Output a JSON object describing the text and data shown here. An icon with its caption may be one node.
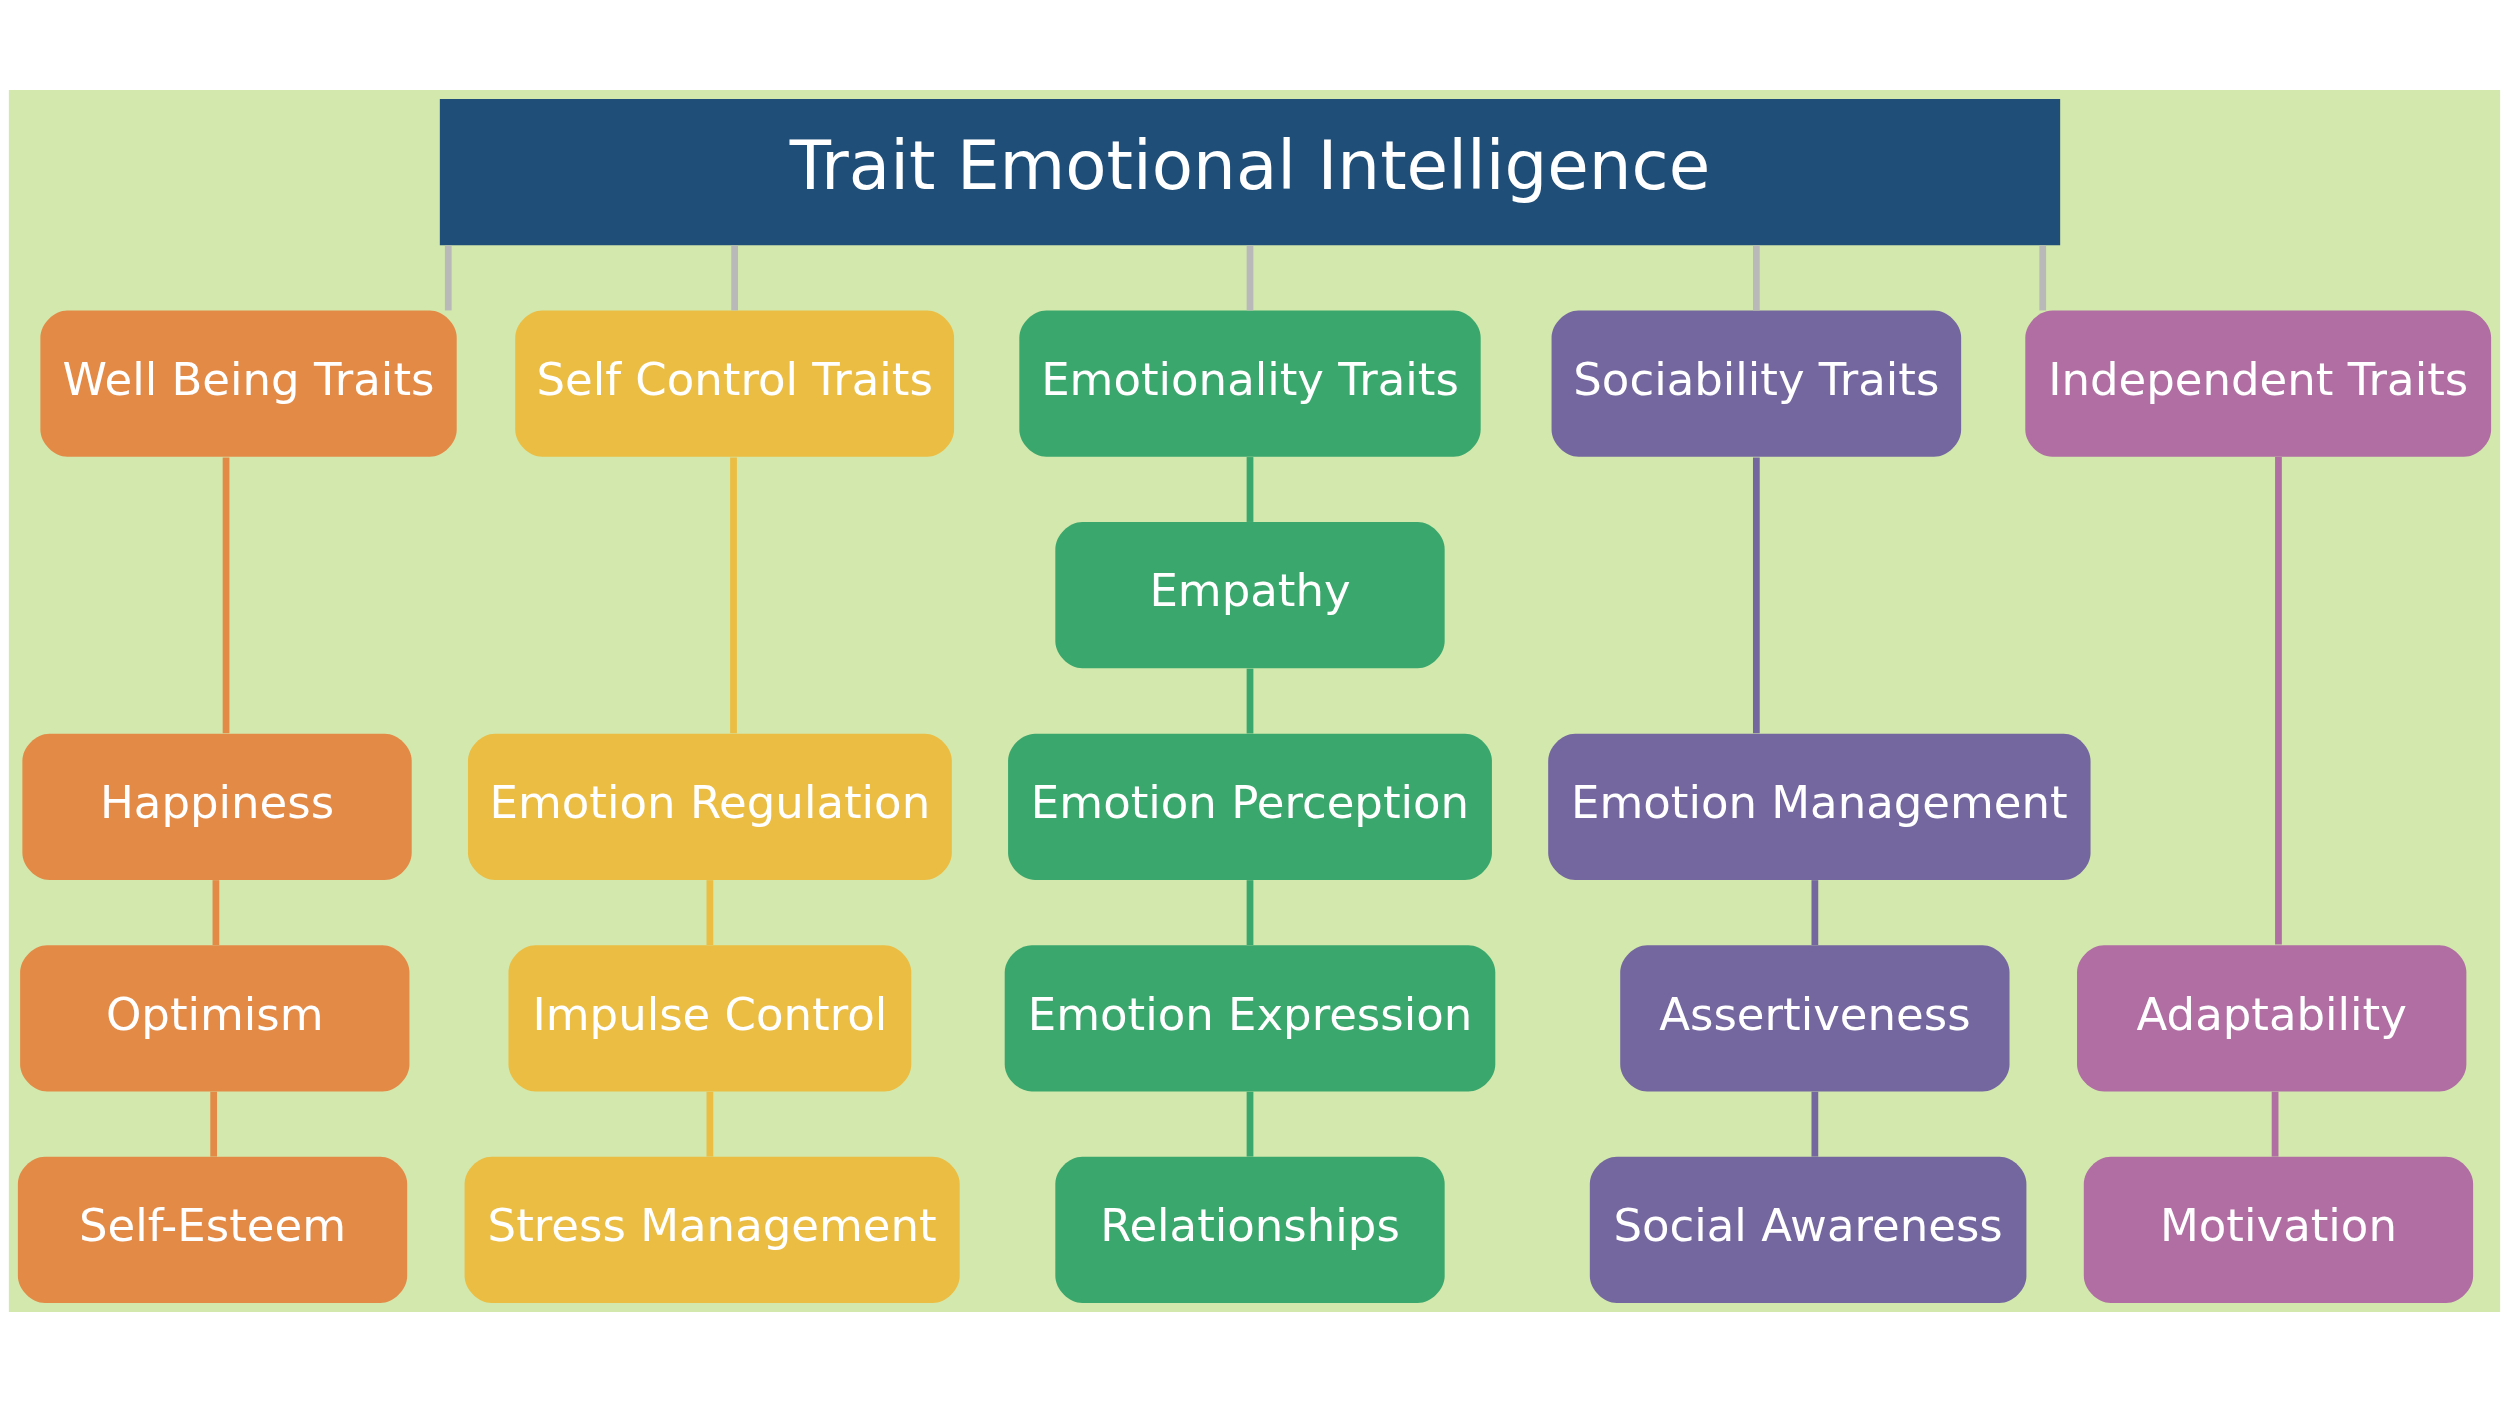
{
  "diagram": {
    "nodes": [
      {
        "text": [
          "Trait Emotional Intelligence"
        ]
      },
      {
        "text": [
          "Well Being Traits"
        ]
      },
      {
        "text": [
          "Self Control Traits"
        ]
      },
      {
        "text": [
          "Emotionality Traits"
        ]
      },
      {
        "text": [
          "Sociability Traits"
        ]
      },
      {
        "text": [
          "Independent Traits"
        ]
      },
      {
        "text": [
          "Empathy"
        ]
      },
      {
        "text": [
          "Happiness"
        ]
      },
      {
        "text": [
          "Emotion Regulation"
        ]
      },
      {
        "text": [
          "Emotion Perception"
        ]
      },
      {
        "text": [
          "Emotion Management"
        ]
      },
      {
        "text": [
          "Optimism"
        ]
      },
      {
        "text": [
          "Impulse Control"
        ]
      },
      {
        "text": [
          "Emotion Expression"
        ]
      },
      {
        "text": [
          "Assertiveness"
        ]
      },
      {
        "text": [
          "Adaptability"
        ]
      },
      {
        "text": [
          "Self-Esteem"
        ]
      },
      {
        "text": [
          "Stress Management"
        ]
      },
      {
        "text": [
          "Relationships"
        ]
      },
      {
        "text": [
          "Social Awareness"
        ]
      },
      {
        "text": [
          "Motivation"
        ]
      }
    ],
    "edges": [
      {
        "from": 0,
        "to": 1,
        "arrow": "none",
        "color": "#b9b9b9"
      },
      {
        "from": 0,
        "to": 2,
        "arrow": "none",
        "color": "#b9b9b9"
      },
      {
        "from": 0,
        "to": 3,
        "arrow": "none",
        "color": "#b9b9b9"
      },
      {
        "from": 0,
        "to": 4,
        "arrow": "none",
        "color": "#b9b9b9"
      },
      {
        "from": 0,
        "to": 5,
        "arrow": "none",
        "color": "#b9b9b9"
      },
      {
        "from": 1,
        "to": 7,
        "arrow": "none",
        "color": "#e38a47"
      },
      {
        "from": 7,
        "to": 11,
        "arrow": "none",
        "color": "#e38a47"
      },
      {
        "from": 11,
        "to": 16,
        "arrow": "none",
        "color": "#e38a47"
      },
      {
        "from": 2,
        "to": 8,
        "arrow": "none",
        "color": "#ebbd42"
      },
      {
        "from": 8,
        "to": 12,
        "arrow": "none",
        "color": "#ebbd42"
      },
      {
        "from": 12,
        "to": 17,
        "arrow": "none",
        "color": "#ebbd42"
      },
      {
        "from": 3,
        "to": 6,
        "arrow": "none",
        "color": "#3aa76d"
      },
      {
        "from": 6,
        "to": 9,
        "arrow": "none",
        "color": "#3aa76d"
      },
      {
        "from": 9,
        "to": 13,
        "arrow": "none",
        "color": "#3aa76d"
      },
      {
        "from": 13,
        "to": 18,
        "arrow": "none",
        "color": "#3aa76d"
      },
      {
        "from": 4,
        "to": 10,
        "arrow": "none",
        "color": "#74669f"
      },
      {
        "from": 10,
        "to": 14,
        "arrow": "none",
        "color": "#74669f"
      },
      {
        "from": 14,
        "to": 19,
        "arrow": "none",
        "color": "#74669f"
      },
      {
        "from": 5,
        "to": 15,
        "arrow": "none",
        "color": "#b06ea3"
      },
      {
        "from": 15,
        "to": 20,
        "arrow": "none",
        "color": "#b06ea3"
      }
    ]
  }
}
